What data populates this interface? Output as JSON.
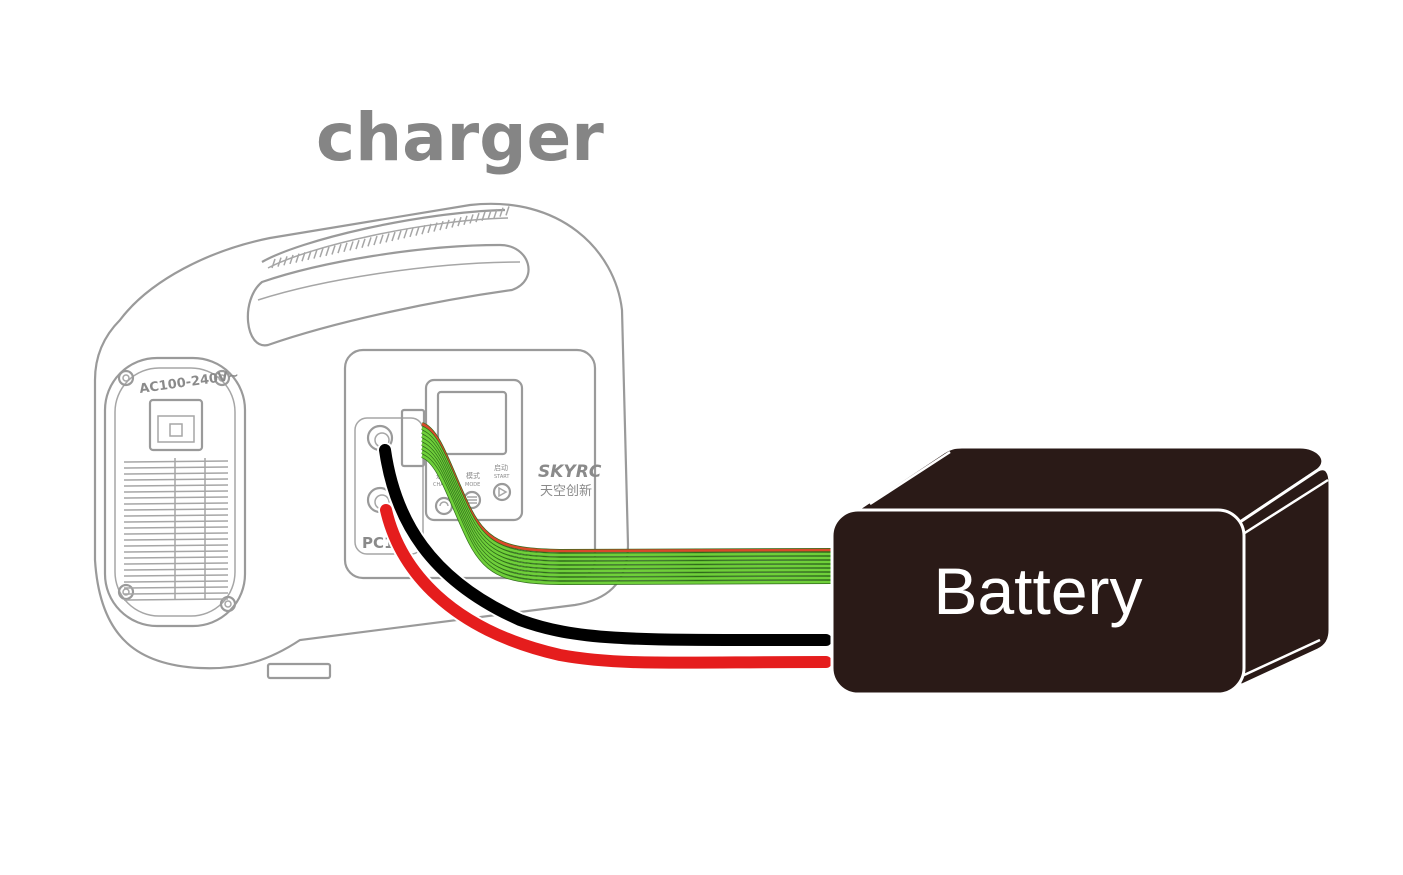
{
  "title": "charger",
  "charger": {
    "ac_label": "AC100-240V~",
    "model_label": "PC15",
    "brand": "SKYRC",
    "brand_cn": "天空创新",
    "buttons": [
      {
        "cn": "通道",
        "en": "CHANNEL",
        "icon": "channel-icon"
      },
      {
        "cn": "模式",
        "en": "MODE",
        "icon": "mode-icon"
      },
      {
        "cn": "启动",
        "en": "START",
        "icon": "start-icon"
      }
    ]
  },
  "battery": {
    "label": "Battery"
  },
  "colors": {
    "charger_outline": "#9a9a9a",
    "battery_body": "#2a1a17",
    "balance_lead": "#6fcf3a",
    "negative_lead": "#000000",
    "positive_lead": "#e51d1d",
    "title_text": "#858585"
  }
}
